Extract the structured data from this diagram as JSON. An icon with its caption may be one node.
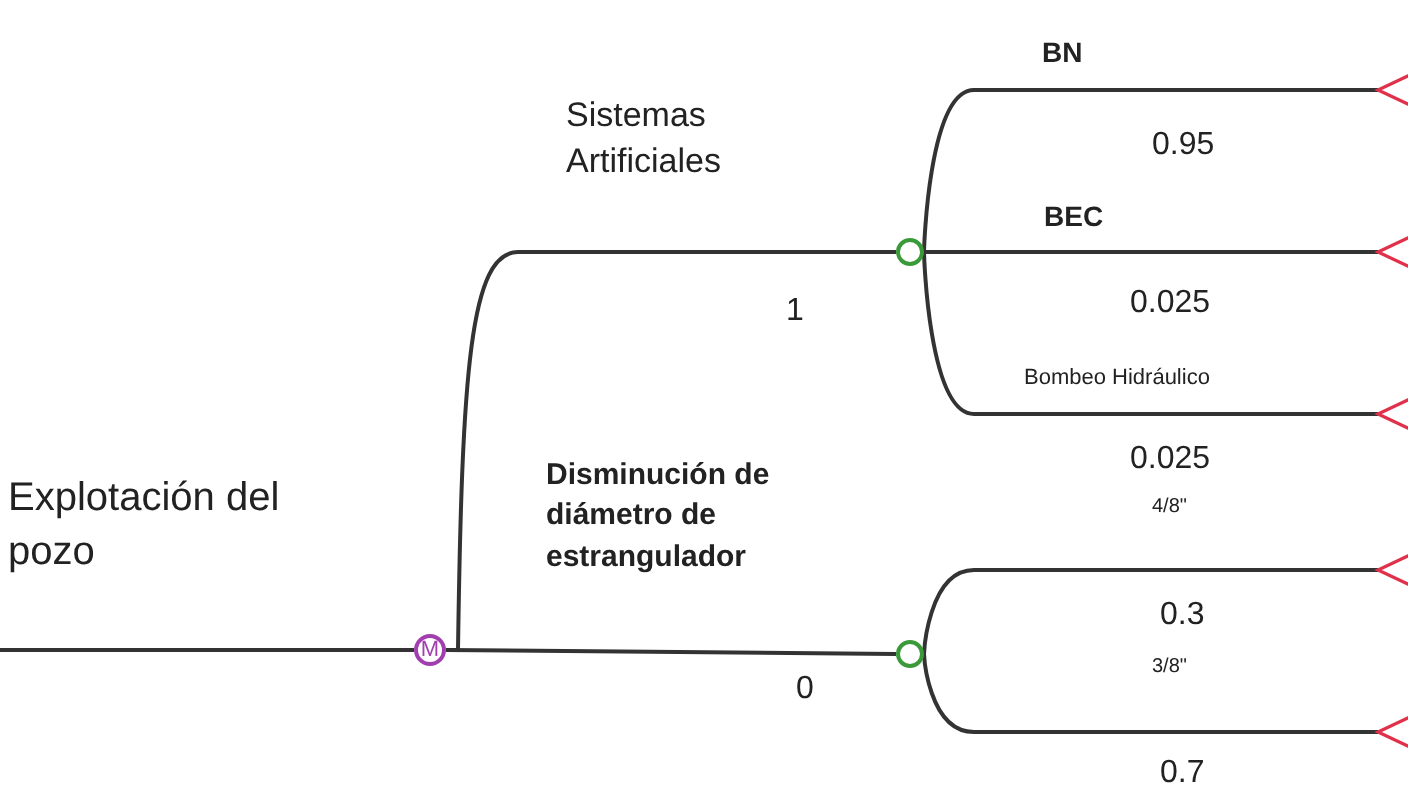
{
  "diagram": {
    "nodes": [
      {
        "text": [
          "M"
        ]
      },
      {
        "text": [],
        "shape": "circle"
      },
      {
        "text": [],
        "shape": "circle"
      },
      {
        "text": [],
        "shape": "triangle"
      },
      {
        "text": [],
        "shape": "triangle"
      },
      {
        "text": [],
        "shape": "triangle"
      },
      {
        "text": [],
        "shape": "triangle"
      },
      {
        "text": [],
        "shape": "triangle"
      }
    ],
    "edges": [
      {
        "from": null,
        "to": 0,
        "arrow": "none",
        "label": "Explotación del pozo"
      },
      {
        "from": 0,
        "to": 1,
        "arrow": "none",
        "label": "Sistemas Artificiales"
      },
      {
        "from": 0,
        "to": 2,
        "arrow": "none",
        "label": "Disminución de diámetro de estrangulador"
      },
      {
        "from": 1,
        "to": 3,
        "arrow": "none",
        "label": "BN"
      },
      {
        "from": 1,
        "to": 4,
        "arrow": "none",
        "label": "BEC"
      },
      {
        "from": 1,
        "to": 5,
        "arrow": "none",
        "label": "Bombeo Hidráulico"
      },
      {
        "from": 2,
        "to": 6,
        "arrow": "none",
        "label": "4/8\""
      },
      {
        "from": 2,
        "to": 7,
        "arrow": "none",
        "label": "3/8\""
      }
    ],
    "labels": [
      "1",
      "0",
      "0.95",
      "0.025",
      "0.025",
      "0.3",
      "0.7"
    ]
  }
}
